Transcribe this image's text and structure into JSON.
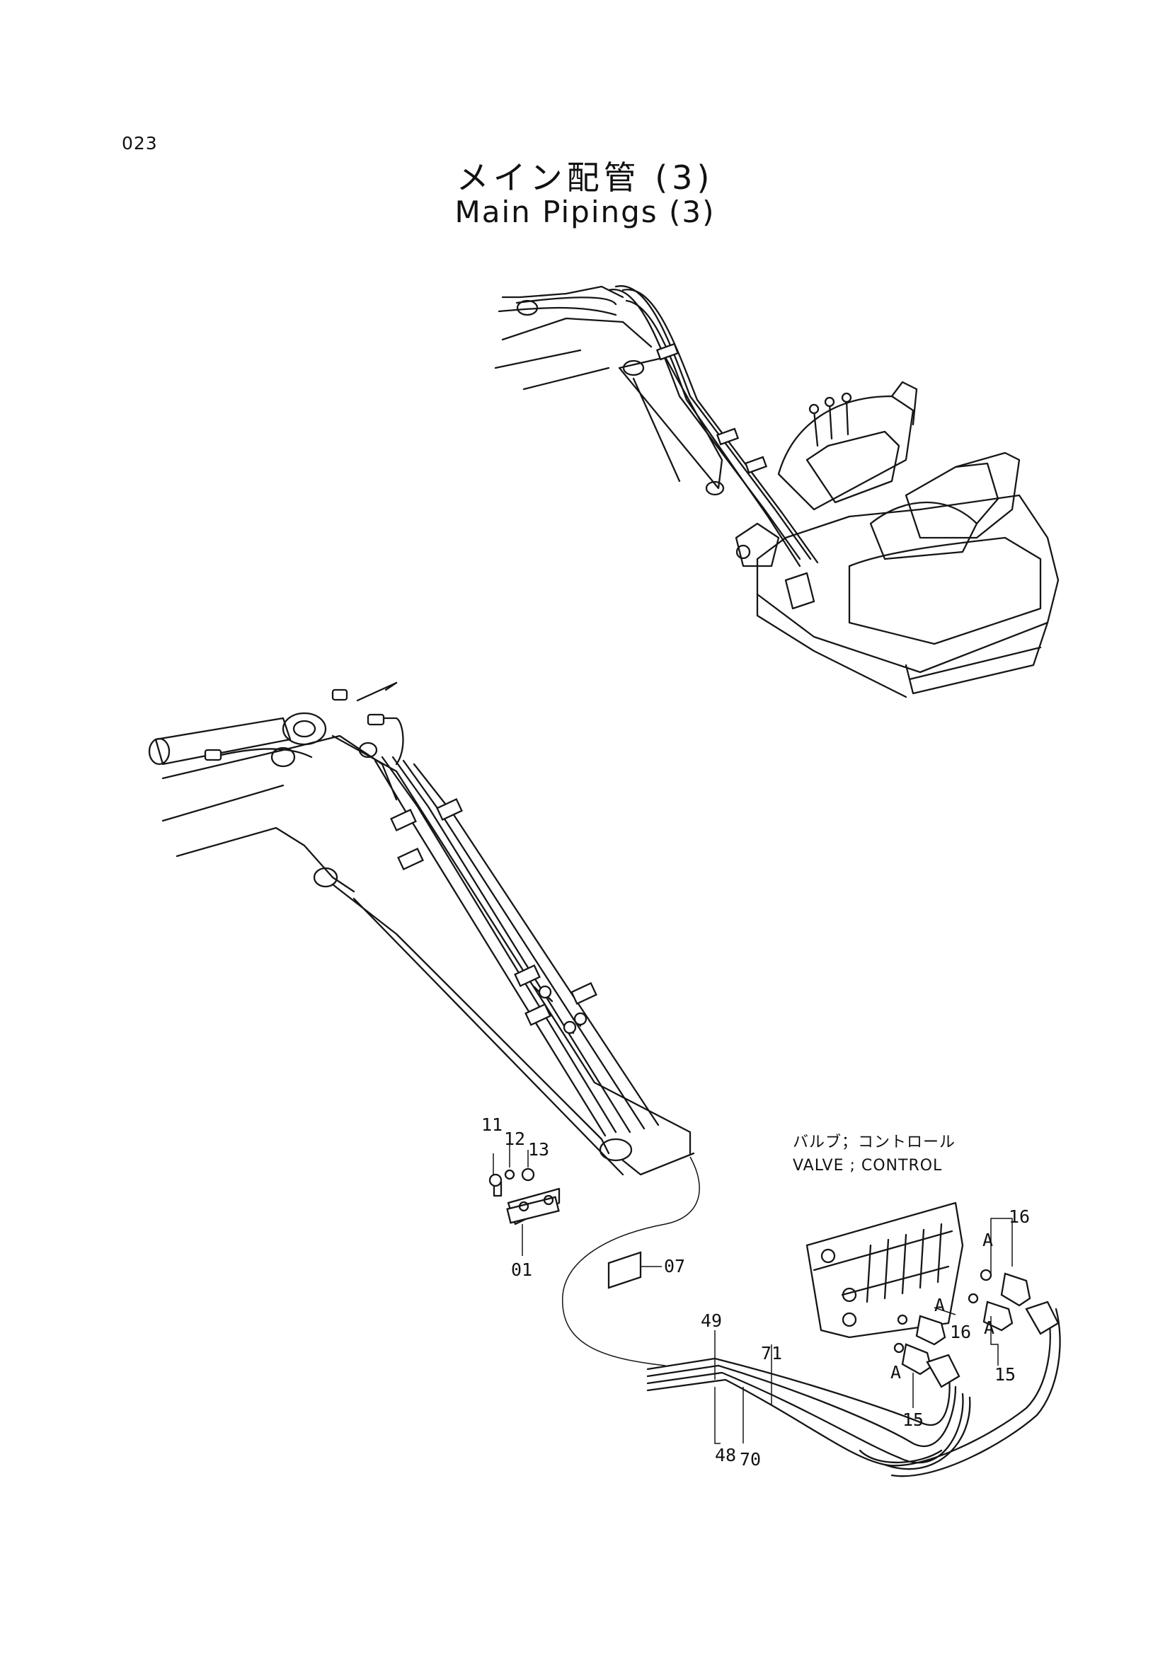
{
  "page_number": "023",
  "title": {
    "jp": "メイン配管 (3)",
    "en": "Main Pipings (3)"
  },
  "callout": {
    "valve_jp": "バルブ；コントロール",
    "valve_en": "VALVE ; CONTROL"
  },
  "part_labels": [
    "11",
    "12",
    "13",
    "01",
    "07",
    "16",
    "A",
    "A",
    "15",
    "A",
    "16",
    "A",
    "15",
    "49",
    "71",
    "48",
    "70"
  ]
}
